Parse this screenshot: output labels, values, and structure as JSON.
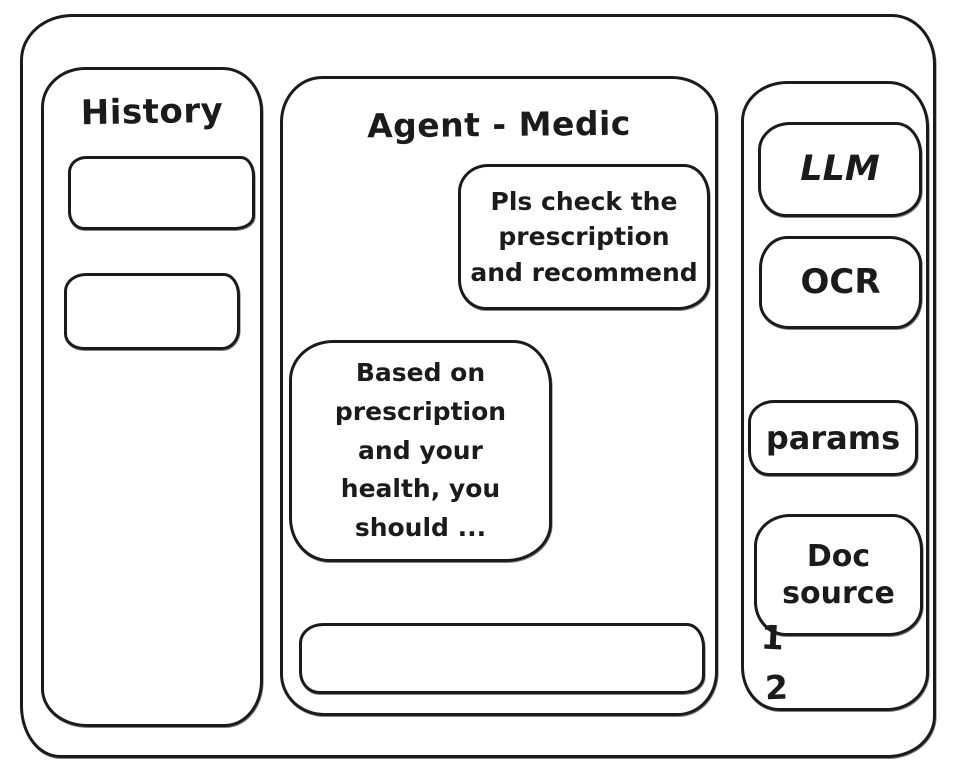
{
  "app": {
    "history": {
      "title": "History",
      "items": [
        {
          "label": ""
        },
        {
          "label": ""
        }
      ]
    },
    "chat": {
      "title": "Agent - Medic",
      "messages": [
        {
          "role": "user",
          "text": "Pls check the\nprescription\nand recommend"
        },
        {
          "role": "assistant",
          "text": "Based on\nprescription\nand your\nhealth, you\nshould ..."
        }
      ],
      "input": {
        "value": ""
      }
    },
    "tools": {
      "llm_button": "LLM",
      "ocr_button": "OCR",
      "params_button": "params",
      "doc_source_button": "Doc source",
      "doc_sources": [
        "1",
        "2"
      ]
    }
  },
  "colors": {
    "stroke": "#1b1b1b",
    "background": "#ffffff"
  }
}
